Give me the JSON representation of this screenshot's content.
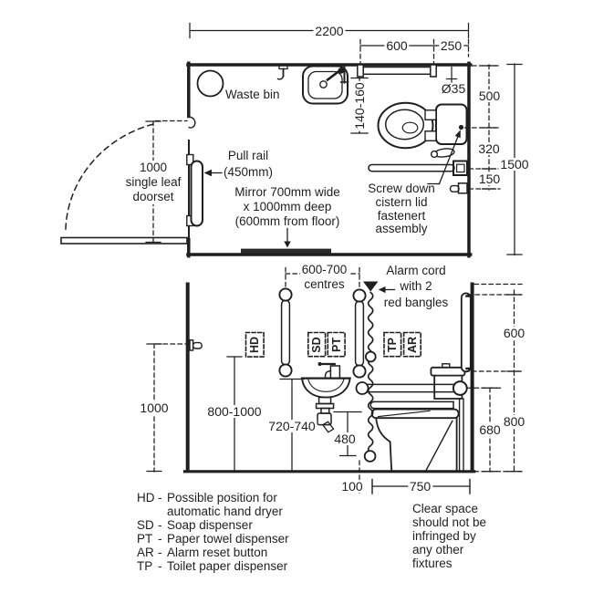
{
  "plan_view": {
    "dim_overall_width": "2200",
    "dim_rail_offset": "600",
    "dim_corner": "250",
    "dim_rail_diameter": "Ø35",
    "dim_right_top": "500",
    "dim_right_mid": "320",
    "dim_right_bottom": "150",
    "dim_overall_depth": "1500",
    "dim_pan_gap": "140-160",
    "waste_bin_label": "Waste bin",
    "pull_rail_label": [
      "Pull rail",
      "(450mm)"
    ],
    "door_label": [
      "1000",
      "single leaf",
      "doorset"
    ],
    "mirror_label": [
      "Mirror 700mm wide",
      "x 1000mm deep",
      "(600mm from floor)"
    ],
    "cistern_label": [
      "Screw down",
      "cistern lid",
      "fastenert",
      "assembly"
    ]
  },
  "elevation_view": {
    "dim_centres": [
      "600-700",
      "centres"
    ],
    "alarm_label": [
      "Alarm cord",
      "with 2",
      "red bangles"
    ],
    "dim_door_handle": "1000",
    "dim_rail_height": "800-1000",
    "dim_basin_height": "720-740",
    "dim_cord_height": "480",
    "dim_right_top": "600",
    "dim_right_mid": "680",
    "dim_right_bottom": "800",
    "dim_clear_100": "100",
    "dim_clear_750": "750",
    "box_hd": "HD",
    "box_sd": "SD",
    "box_pt": "PT",
    "box_tp": "TP",
    "box_ar": "AR"
  },
  "legend": {
    "separator": "-",
    "rows": [
      {
        "abbr": "HD",
        "desc": "Possible position for"
      },
      {
        "abbr": "",
        "desc": "automatic hand dryer"
      },
      {
        "abbr": "SD",
        "desc": "Soap dispenser"
      },
      {
        "abbr": "PT",
        "desc": "Paper towel dispenser"
      },
      {
        "abbr": "AR",
        "desc": "Alarm reset button"
      },
      {
        "abbr": "TP",
        "desc": "Toilet paper dispenser"
      }
    ]
  },
  "notes": {
    "clear_space": [
      "Clear space",
      "should not be",
      "infringed by",
      "any other",
      "fixtures"
    ]
  }
}
